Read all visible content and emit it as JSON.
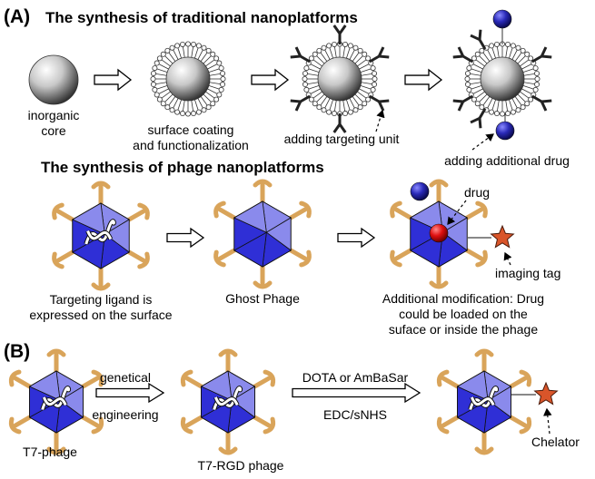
{
  "panel_a": {
    "label": "(A)",
    "title_traditional": "The synthesis of traditional nanoplatforms",
    "title_phage": "The synthesis of phage nanoplatforms",
    "traditional_steps": {
      "core_line1": "inorganic",
      "core_line2": "core",
      "coating_line1": "surface coating",
      "coating_line2": "and functionalization",
      "targeting": "adding targeting unit",
      "drug": "adding additional drug"
    },
    "phage_steps": {
      "ligand_line1": "Targeting ligand is",
      "ligand_line2": "expressed on the surface",
      "ghost": "Ghost Phage",
      "drug_label": "drug",
      "imaging_tag": "imaging tag",
      "modification_line1": "Additional modification: Drug",
      "modification_line2": "could be loaded on the",
      "modification_line3": "suface or inside the phage"
    }
  },
  "panel_b": {
    "label": "(B)",
    "t7_phage": "T7-phage",
    "arrow1_top": "genetical",
    "arrow1_bottom": "engineering",
    "t7_rgd": "T7-RGD phage",
    "arrow2_top": "DOTA or AmBaSar",
    "arrow2_bottom": "EDC/sNHS",
    "chelator": "Chelator"
  },
  "colors": {
    "phage_face_dark": "#2f2fd6",
    "phage_face_light": "#9a9af0",
    "tail_fiber": "#d9a45a",
    "drug_blue": "#2a2ab8",
    "drug_red": "#e01010",
    "star": "#d9552a",
    "antibody": "#222222"
  }
}
